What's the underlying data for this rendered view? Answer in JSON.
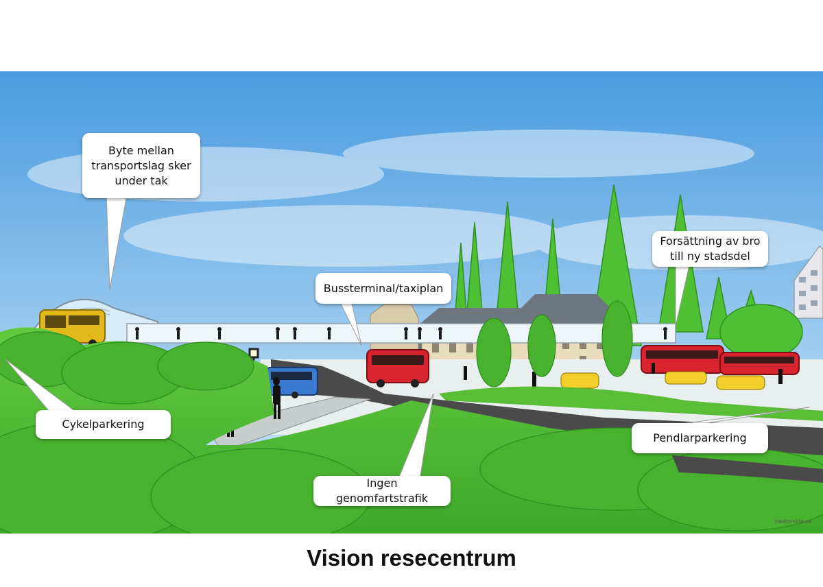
{
  "caption": "Vision resecentrum",
  "credit": "nestorville.se",
  "callouts": {
    "roof": "Byte mellan\ntransportslag sker\nunder tak",
    "bridge": "Forsättning av bro\ntill ny stadsdel",
    "bus": "Bussterminal/taxiplan",
    "bike": "Cykelparkering",
    "commuter": "Pendlarparkering",
    "traffic": "Ingen genomfartstrafik"
  },
  "colors": {
    "sky_top": "#4a9be0",
    "sky_bottom": "#d6ecf8",
    "grass": "#5cc43c",
    "road": "#4a4a4a",
    "bus_red": "#d8242f",
    "bus_blue": "#3a7ad0",
    "bus_yellow": "#e2b81a",
    "taxi": "#f2cf2a"
  }
}
